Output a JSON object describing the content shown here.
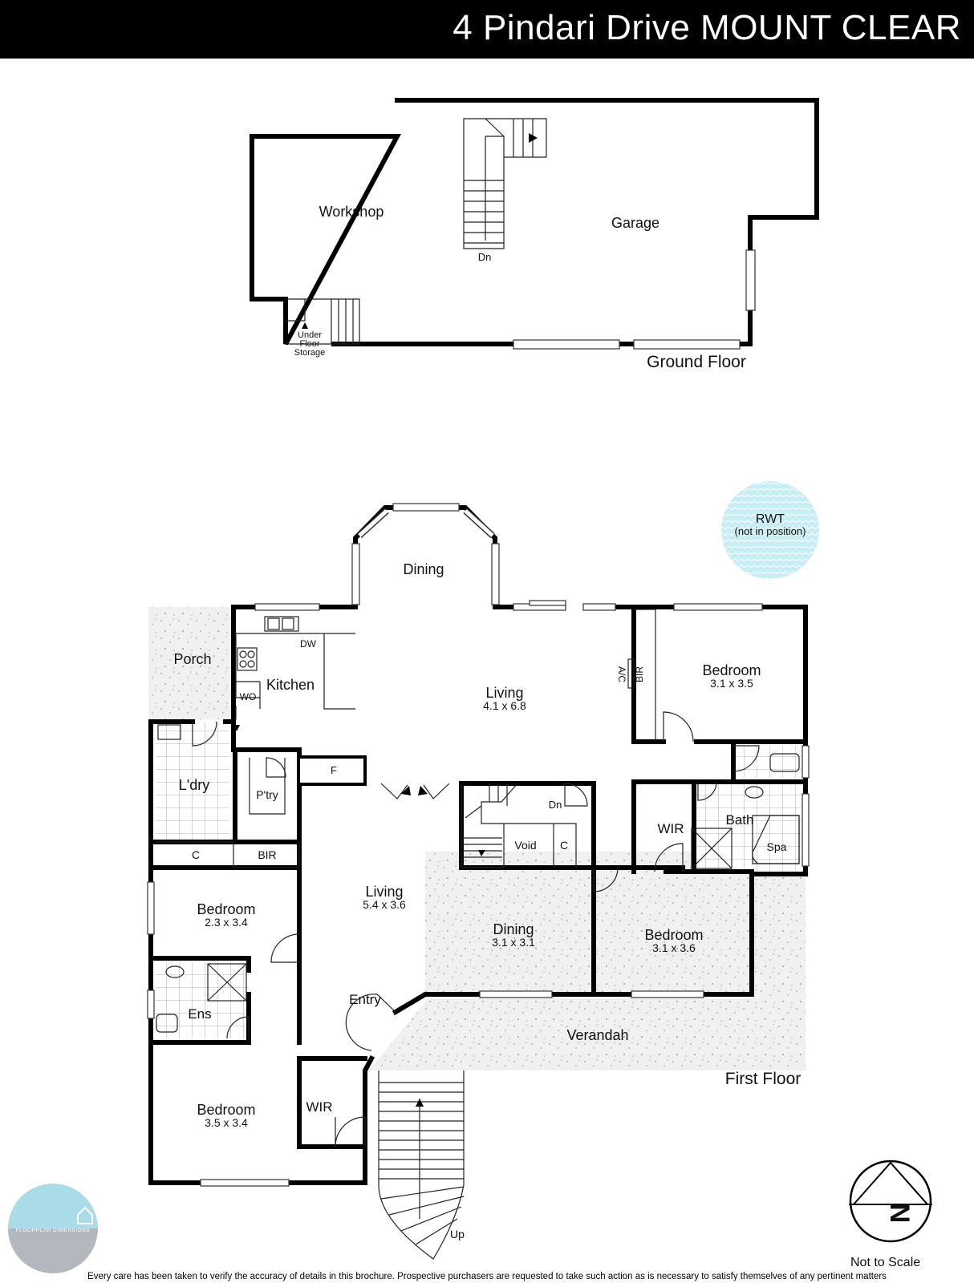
{
  "header": {
    "title": "4 Pindari Drive MOUNT CLEAR"
  },
  "ground_floor": {
    "level_label": "Ground Floor",
    "rooms": {
      "workshop": "Workshop",
      "garage": "Garage",
      "stair_dn": "Dn",
      "storage_1": "Under",
      "storage_2": "Floor",
      "storage_3": "Storage"
    }
  },
  "first_floor": {
    "level_label": "First Floor",
    "tank": {
      "name": "RWT",
      "note": "(not in position)"
    },
    "rooms": {
      "dining_top": "Dining",
      "porch": "Porch",
      "kitchen": "Kitchen",
      "dw": "DW",
      "wo": "WO",
      "living_main": "Living",
      "living_main_dim": "4.1 x 6.8",
      "ac": "A/C",
      "bir_right": "BIR",
      "bedroom_ne": "Bedroom",
      "bedroom_ne_dim": "3.1 x 3.5",
      "fridge": "F",
      "laundry": "L'dry",
      "pantry": "P'try",
      "stair_dn": "Dn",
      "void": "Void",
      "cupboard_stair": "C",
      "wir_right": "WIR",
      "bath": "Bath",
      "spa": "Spa",
      "cupboard_laundry": "C",
      "bir_left": "BIR",
      "bedroom_w": "Bedroom",
      "bedroom_w_dim": "2.3 x 3.4",
      "living_lower": "Living",
      "living_lower_dim": "5.4 x 3.6",
      "dining_lower": "Dining",
      "dining_lower_dim": "3.1 x 3.1",
      "bedroom_e": "Bedroom",
      "bedroom_e_dim": "3.1 x 3.6",
      "entry": "Entry",
      "ensuite": "Ens",
      "verandah": "Verandah",
      "bedroom_sw": "Bedroom",
      "bedroom_sw_dim": "3.5 x 3.4",
      "wir_left": "WIR",
      "stair_up": "Up"
    }
  },
  "compass": {
    "letter": "N"
  },
  "logo": {
    "text": "FLOORPLAN DIMENSIONS"
  },
  "scale_note": "Not to Scale",
  "disclaimer": "Every care has been taken to verify the accuracy of details in this brochure. Prospective purchasers are requested to take such action as is necessary to satisfy themselves of any pertinent matters"
}
